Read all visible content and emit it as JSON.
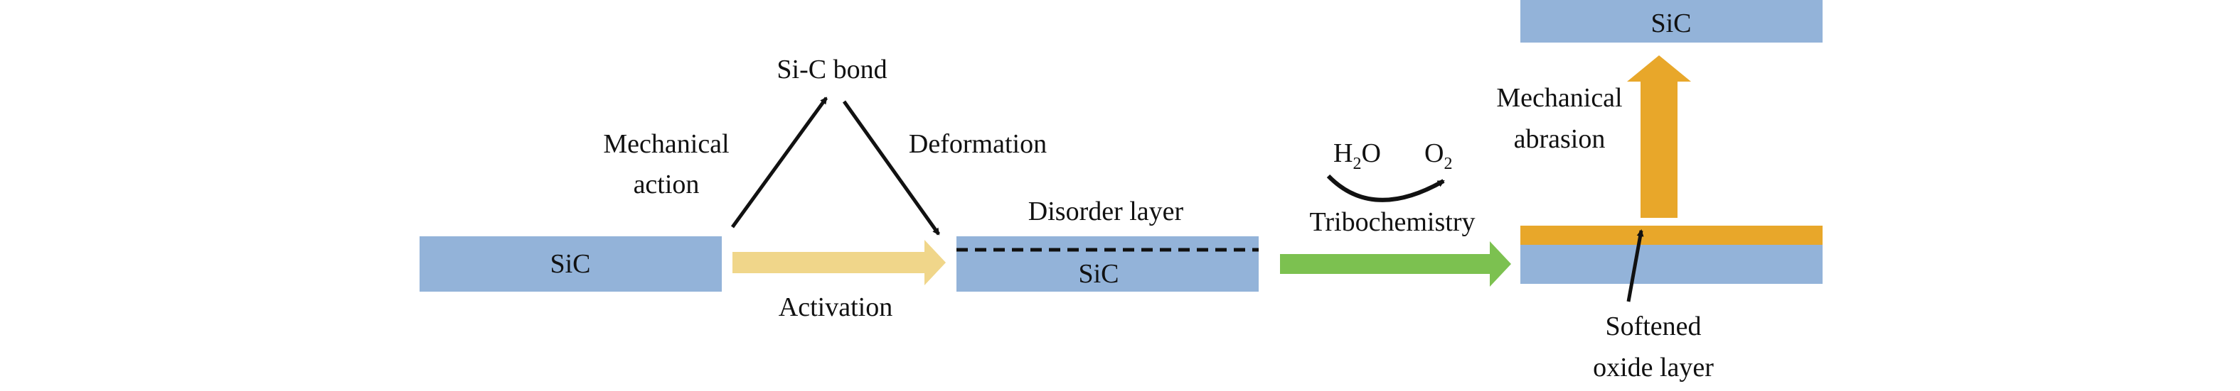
{
  "colors": {
    "sic_block": "#93b3d9",
    "activation_arrow": "#f0d68a",
    "tribo_arrow": "#7cc150",
    "oxide_layer": "#e8a72a",
    "abrasion_arrow": "#e8a72a",
    "line": "#111111"
  },
  "blocks": {
    "sic_initial": "SiC",
    "sic_disordered": "SiC",
    "sic_removed": "SiC"
  },
  "labels": {
    "si_c_bond": "Si-C bond",
    "mechanical_action_line1": "Mechanical",
    "mechanical_action_line2": "action",
    "deformation": "Deformation",
    "activation": "Activation",
    "disorder_layer": "Disorder layer",
    "tribochemistry": "Tribochemistry",
    "h2o": {
      "base": "H",
      "sub": "2",
      "rest": "O"
    },
    "o2": {
      "base": "O",
      "sub": "2"
    },
    "mechanical_abrasion_line1": "Mechanical",
    "mechanical_abrasion_line2": "abrasion",
    "softened_line1": "Softened",
    "softened_line2": "oxide layer"
  },
  "icons": {
    "reaction_arc": "curved-arrow-icon"
  }
}
